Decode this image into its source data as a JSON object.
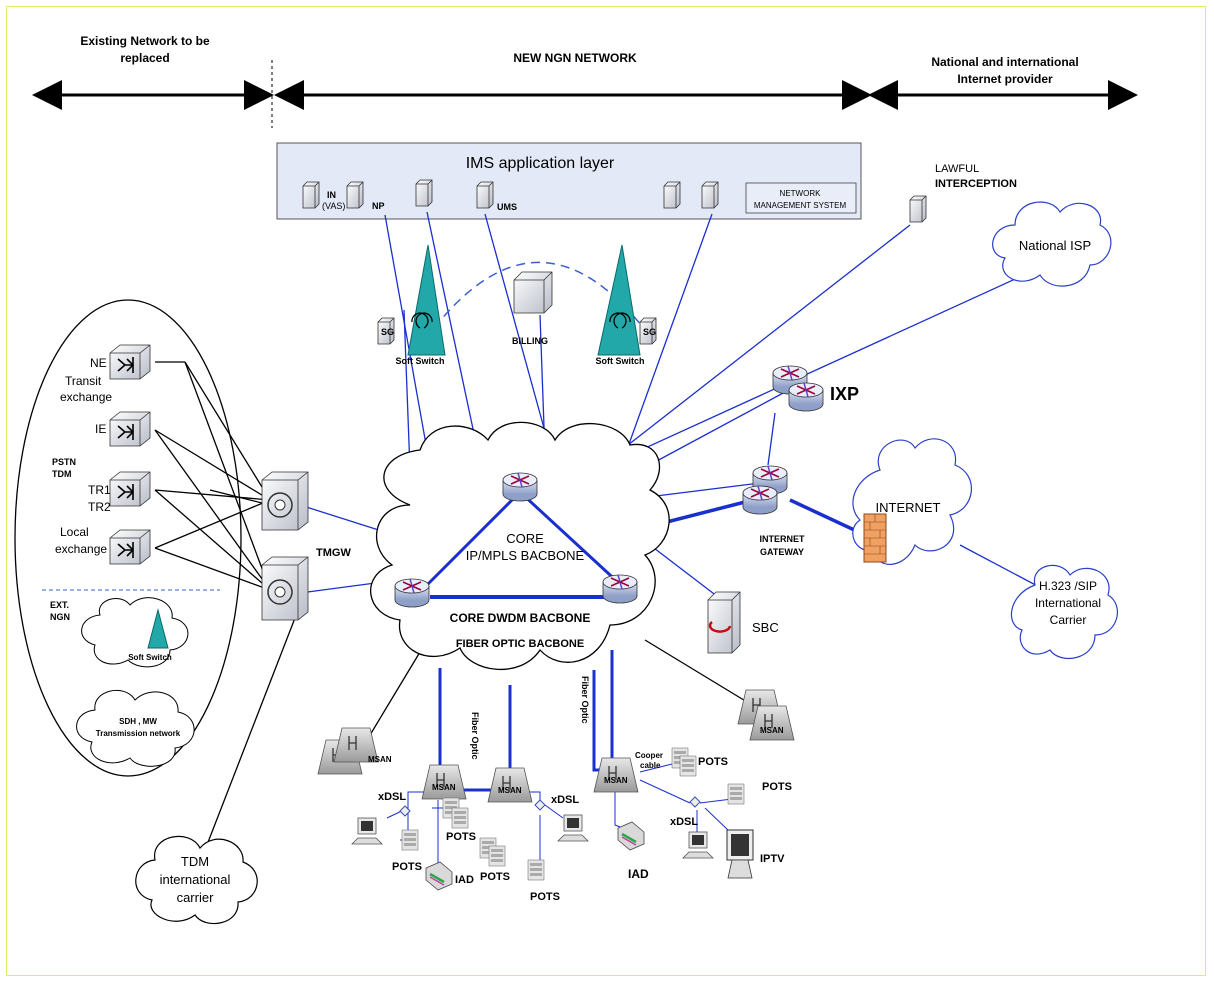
{
  "header": {
    "existing": [
      "Existing Network to be",
      "replaced"
    ],
    "new_ngn": "NEW NGN NETWORK",
    "national": [
      "National and international",
      "Internet provider"
    ]
  },
  "ims": {
    "title": "IMS application layer",
    "servers": [
      "IN",
      "(VAS)",
      "NP",
      "UMS"
    ],
    "nms": [
      "NETWORK",
      "MANAGEMENT SYSTEM"
    ]
  },
  "lawful": [
    "LAWFUL",
    "INTERCEPTION"
  ],
  "national_isp": "National ISP",
  "ixp": "IXP",
  "internet": "INTERNET",
  "internet_gateway": [
    "INTERNET",
    "GATEWAY"
  ],
  "h323": [
    "H.323 /SIP",
    "International",
    "Carrier"
  ],
  "sbc": "SBC",
  "soft_switch": "Soft Switch",
  "sg": "SG",
  "billing": "BILLING",
  "tmgw": "TMGW",
  "core": {
    "line1": "CORE",
    "line2": "IP/MPLS BACBONE",
    "dwdm": "CORE  DWDM BACBONE",
    "fiber": "FIBER OPTIC BACBONE"
  },
  "pstn": {
    "ne": "NE",
    "transit": [
      "Transit",
      "exchange"
    ],
    "ie": "IE",
    "pstn_tdm": [
      "PSTN",
      "TDM"
    ],
    "tr1": "TR1",
    "tr2": "TR2",
    "local": [
      "Local",
      "exchange"
    ],
    "ext_ngn": [
      "EXT.",
      "NGN"
    ],
    "soft_switch": "Soft Switch",
    "sdh": [
      "SDH , MW",
      "Transmission network"
    ]
  },
  "tdm_carrier": [
    "TDM",
    "international",
    "carrier"
  ],
  "access": {
    "msan": "MSAN",
    "xdsl": "xDSL",
    "pots": "POTS",
    "iad": "IAD",
    "iptv": "IPTV",
    "fiber_optic": "Fiber Optic",
    "cooper": [
      "Cooper",
      "cable"
    ]
  }
}
